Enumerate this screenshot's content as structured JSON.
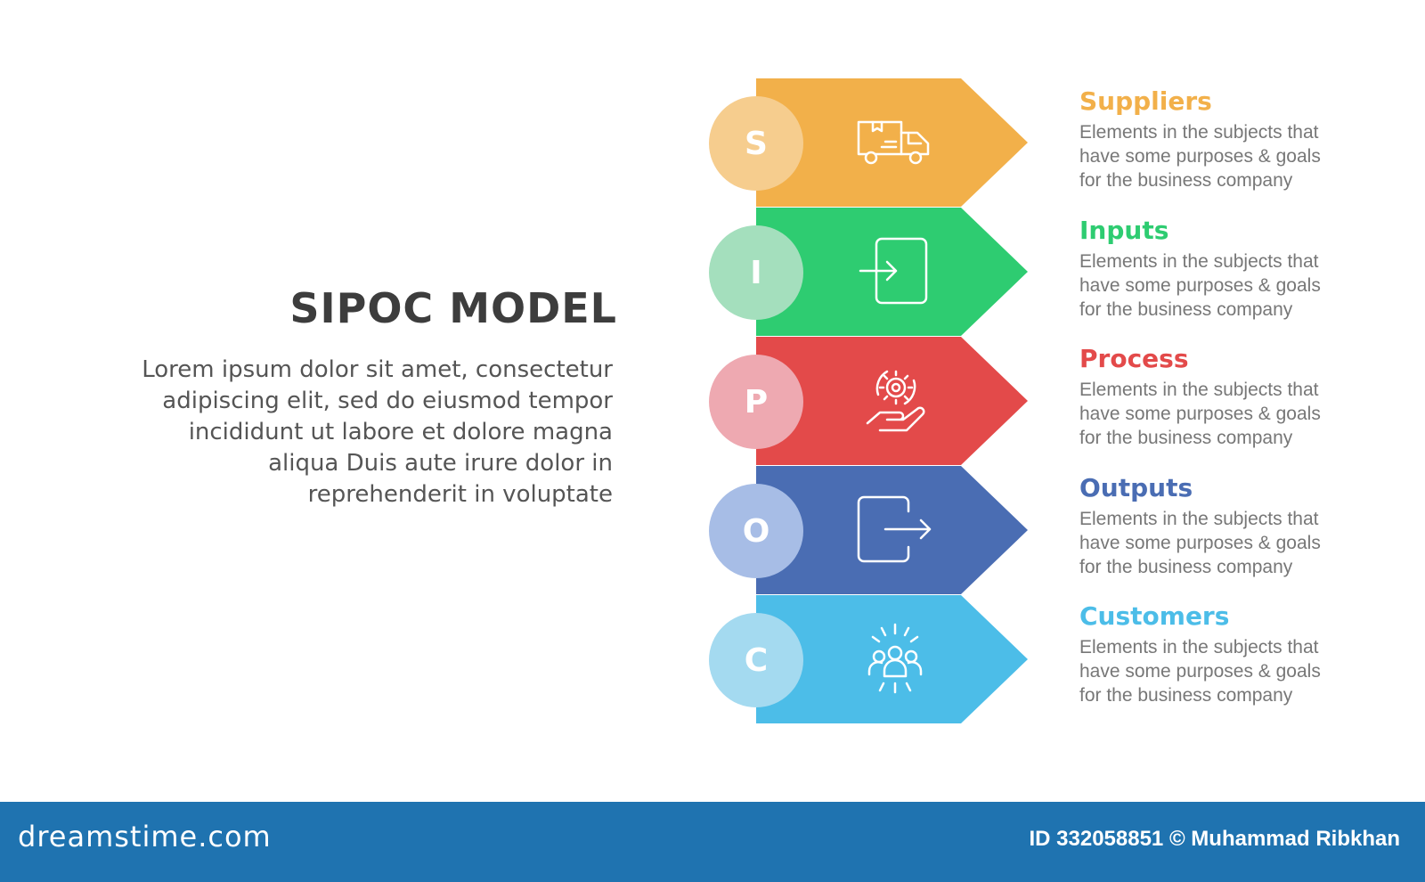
{
  "title": "SIPOC MODEL",
  "intro_lines": [
    "Lorem ipsum dolor sit amet, consectetur",
    "adipiscing elit, sed do eiusmod tempor",
    "incididunt ut labore et dolore magna",
    "aliqua Duis aute irure dolor in",
    "reprehenderit in voluptate"
  ],
  "steps": [
    {
      "letter": "S",
      "label": "Suppliers",
      "icon": "delivery-truck-icon",
      "color": "#f2b04a",
      "badge_color": "#f6cd8e",
      "lines": [
        "Elements in the subjects that",
        "have  some purposes & goals",
        "for the  business company"
      ]
    },
    {
      "letter": "I",
      "label": "Inputs",
      "icon": "input-arrow-icon",
      "color": "#2ecc71",
      "badge_color": "#a4dfbd",
      "lines": [
        "Elements in the subjects that",
        "have  some purposes & goals",
        "for the  business company"
      ]
    },
    {
      "letter": "P",
      "label": "Process",
      "icon": "gear-process-icon",
      "color": "#e34a4a",
      "badge_color": "#eea9b1",
      "lines": [
        "Elements in the subjects that",
        "have  some purposes & goals",
        "for the  business company"
      ]
    },
    {
      "letter": "O",
      "label": "Outputs",
      "icon": "output-arrow-icon",
      "color": "#4a6db3",
      "badge_color": "#a7bde6",
      "lines": [
        "Elements in the subjects that",
        "have  some purposes & goals",
        "for the  business company"
      ]
    },
    {
      "letter": "C",
      "label": "Customers",
      "icon": "customers-group-icon",
      "color": "#4cbde8",
      "badge_color": "#a4daf0",
      "lines": [
        "Elements in the subjects that",
        "have  some purposes & goals",
        "for the  business company"
      ]
    }
  ],
  "footer": {
    "brand": "dreamstime.com",
    "credit": "ID 332058851 © Muhammad Ribkhan"
  }
}
